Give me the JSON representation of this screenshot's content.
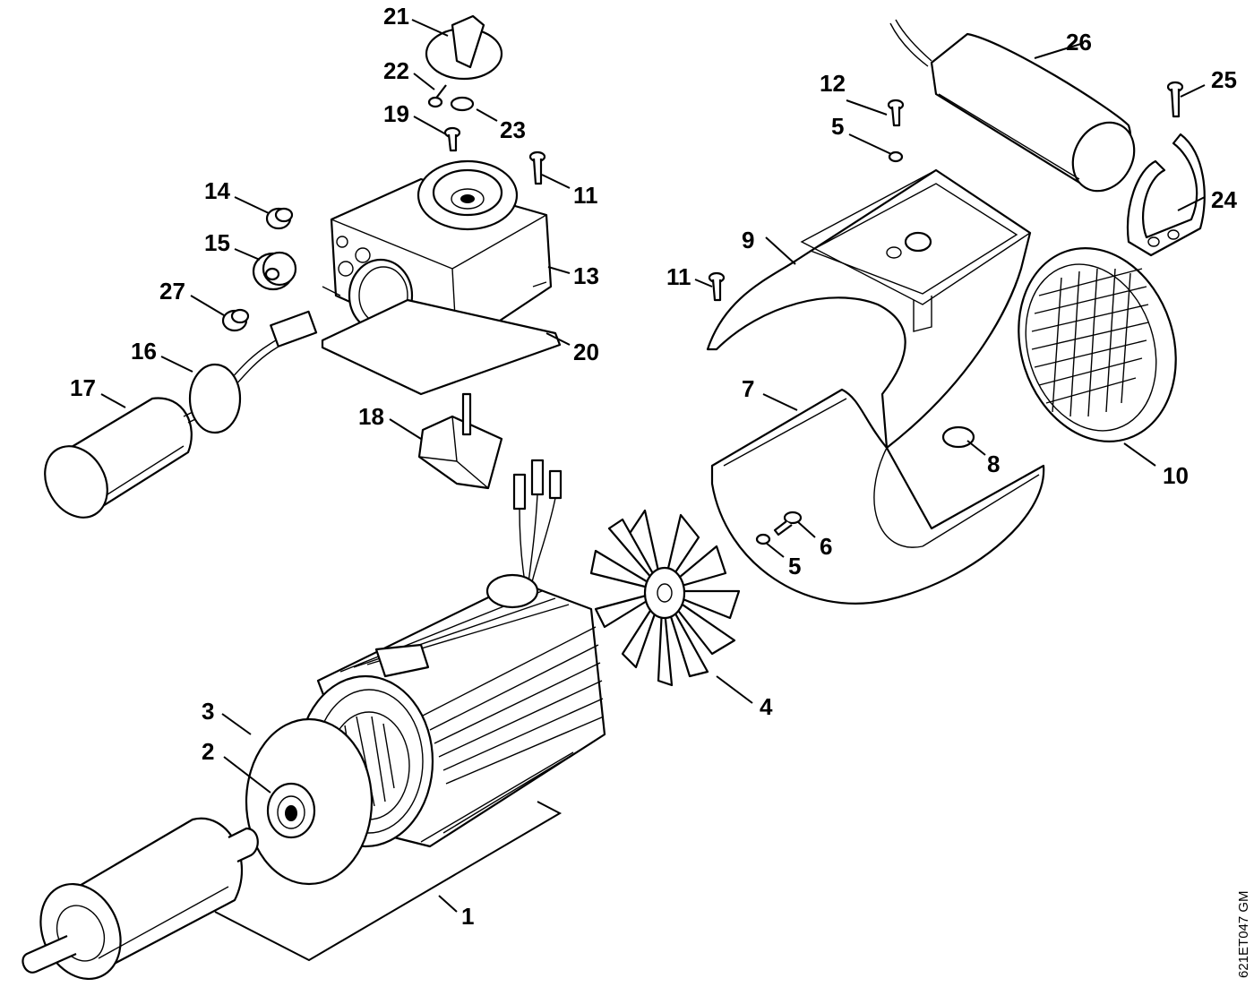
{
  "labels": {
    "p1": "1",
    "p2": "2",
    "p3": "3",
    "p4": "4",
    "p5a": "5",
    "p5b": "5",
    "p6": "6",
    "p7": "7",
    "p8": "8",
    "p9": "9",
    "p10": "10",
    "p11a": "11",
    "p11b": "11",
    "p12": "12",
    "p13": "13",
    "p14": "14",
    "p15": "15",
    "p16": "16",
    "p17": "17",
    "p18": "18",
    "p19": "19",
    "p20": "20",
    "p21": "21",
    "p22": "22",
    "p23": "23",
    "p24": "24",
    "p25": "25",
    "p26": "26",
    "p27": "27"
  },
  "drawing_code": "621ET047 GM"
}
